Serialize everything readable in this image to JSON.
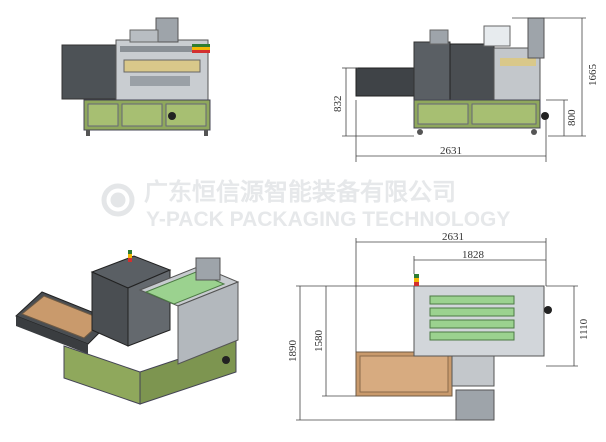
{
  "watermark": {
    "company_cn": "广东恒信源智能装备有限公司",
    "company_en": "Y-PACK PACKAGING TECHNOLOGY"
  },
  "side_view": {
    "overall_length": "2631",
    "overall_height": "1665",
    "infeed_height": "832",
    "worktable_height": "800"
  },
  "top_view": {
    "overall_length": "2631",
    "body_length": "1828",
    "overall_width": "1890",
    "infeed_width": "1580",
    "body_width": "1110"
  },
  "colors": {
    "frame_green": "#8fa85c",
    "steel_dark": "#4a4e52",
    "steel_mid": "#7c8287",
    "steel_light": "#c7cbcf",
    "belt_green": "#9bd28f",
    "cardboard": "#c99a6c",
    "dim_line": "#444444"
  }
}
